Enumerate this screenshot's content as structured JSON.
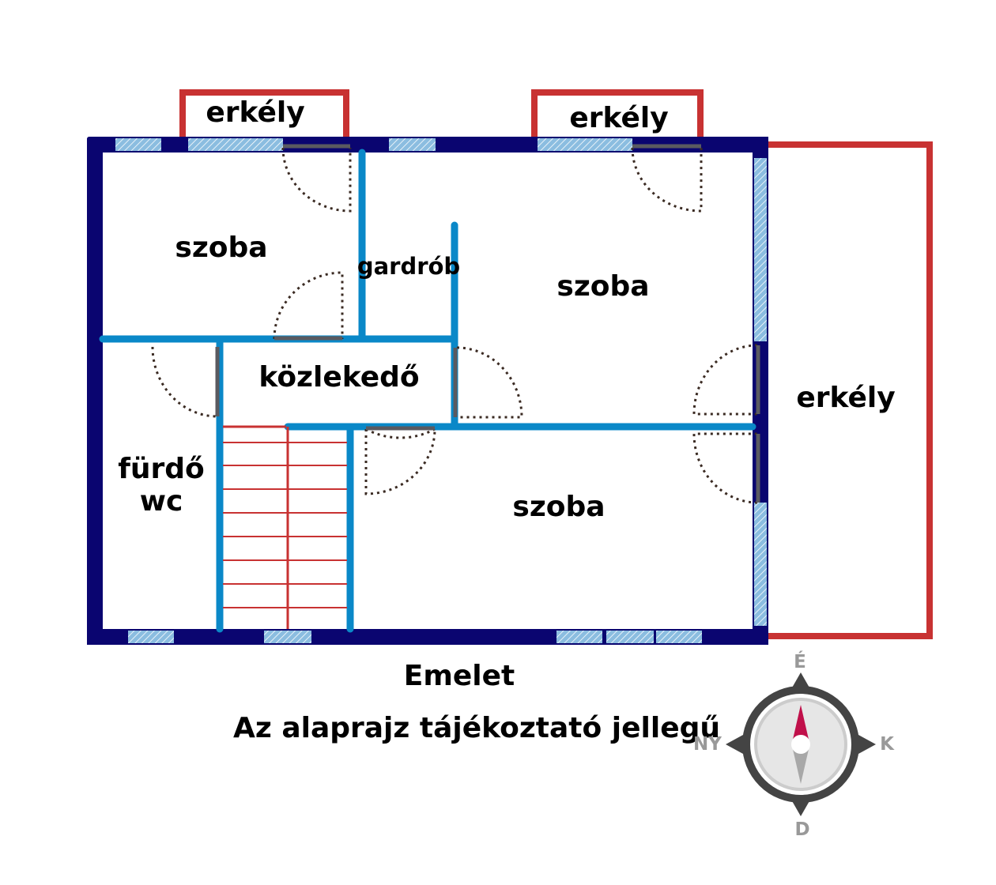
{
  "rooms": {
    "erkely_top_left": "erkély",
    "erkely_top_right": "erkély",
    "erkely_right": "erkély",
    "szoba_top_left": "szoba",
    "gardrob": "gardrób",
    "szoba_top_right": "szoba",
    "kozlekedo": "közlekedő",
    "szoba_bottom": "szoba",
    "furdo": "fürdő",
    "wc": "wc"
  },
  "caption": {
    "floor": "Emelet",
    "disclaimer": "Az alaprajz tájékoztató jellegű"
  },
  "compass": {
    "north": "É",
    "east": "K",
    "south": "D",
    "west": "NY"
  },
  "colors": {
    "outer_wall": "#0a0570",
    "inner_wall": "#0a88c8",
    "window": "#8bbde0",
    "balcony": "#c83232",
    "stairs": "#c83232",
    "door_swing": "#3a2a22",
    "door_leaf": "#555555",
    "compass_ring": "#444444",
    "compass_north": "#c0104a"
  }
}
